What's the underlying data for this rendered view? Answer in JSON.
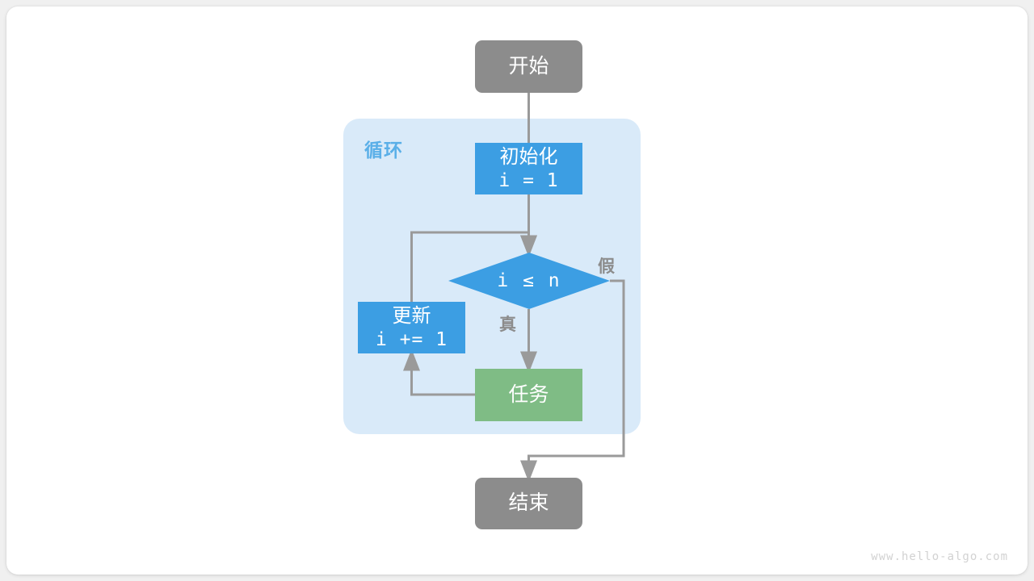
{
  "diagram": {
    "title_watermark": "www.hello-algo.com",
    "colors": {
      "terminal_gray": "#8c8c8c",
      "process_blue": "#3c9ee3",
      "process_green": "#7fbc85",
      "loop_background": "#d9eaf9",
      "loop_label_blue": "#5aafe8",
      "connector_gray": "#9a9a9a",
      "card_background": "#ffffff",
      "page_background": "#f0f0f0"
    },
    "loop_container": {
      "label": "循环"
    },
    "nodes": {
      "start": {
        "label": "开始",
        "shape": "terminal"
      },
      "init": {
        "label": "初始化",
        "code": "i = 1",
        "shape": "process"
      },
      "condition": {
        "label": "i ≤ n",
        "shape": "decision"
      },
      "task": {
        "label": "任务",
        "shape": "process"
      },
      "update": {
        "label": "更新",
        "code": "i += 1",
        "shape": "process"
      },
      "end": {
        "label": "结束",
        "shape": "terminal"
      }
    },
    "edge_labels": {
      "true_branch": "真",
      "false_branch": "假"
    }
  }
}
